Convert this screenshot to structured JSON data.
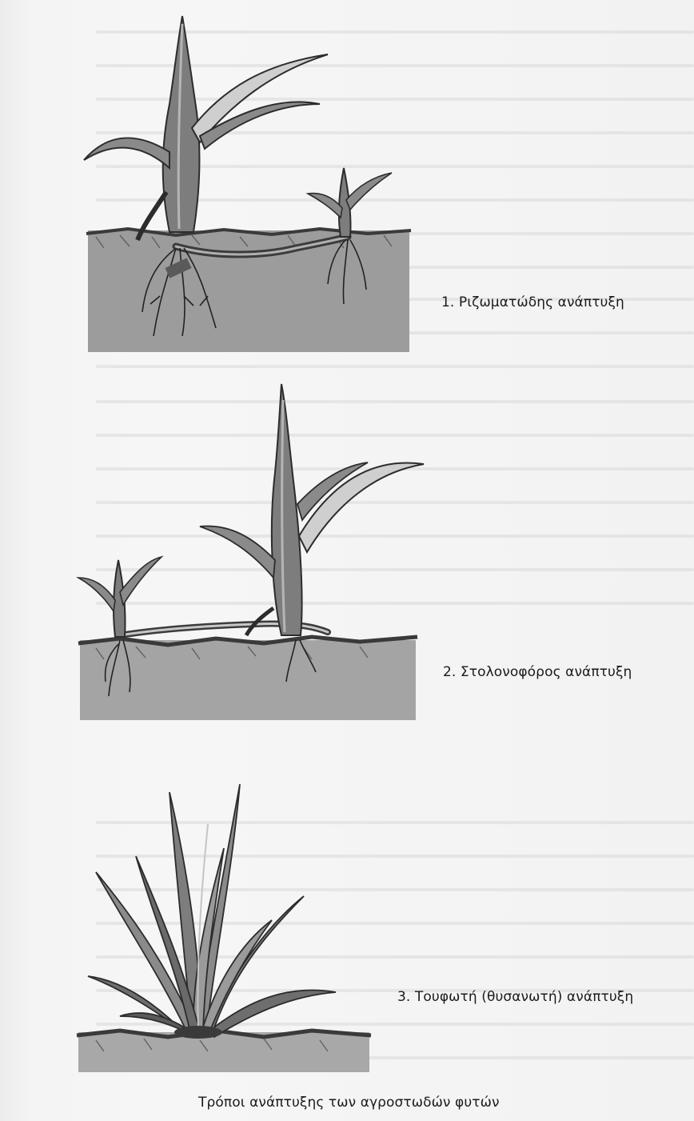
{
  "figure": {
    "panels": [
      {
        "caption": "1. Ριζωματώδης ανάπτυξη"
      },
      {
        "caption": "2. Στολονοφόρος ανάπτυξη"
      },
      {
        "caption": "3. Τουφωτή (θυσανωτή) ανάπτυξη"
      }
    ],
    "title": "Τρόποι ανάπτυξης των αγροστωδών φυτών"
  },
  "colors": {
    "soil": "#9c9c9c",
    "soil_dark": "#5a5a5a",
    "plant": "#7d7d7d",
    "plant_dark": "#4a4a4a",
    "plant_light": "#c9c9c9",
    "ink": "#1a1a1a"
  }
}
